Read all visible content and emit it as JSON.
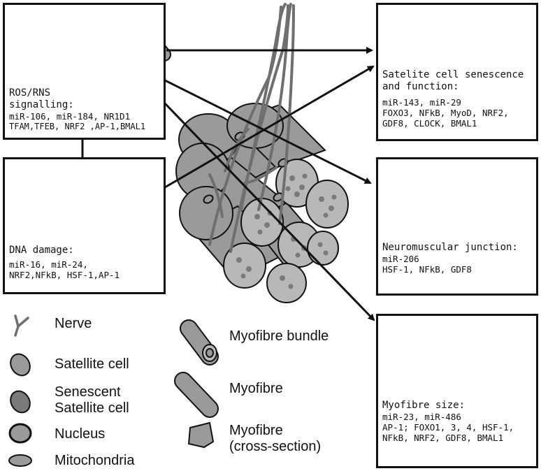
{
  "colors": {
    "fill": "#9a9a9a",
    "fill_light": "#b8b8b8",
    "fill_dark": "#7a7a7a",
    "stroke": "#111111",
    "nerve": "#6f6f6f"
  },
  "boxes": {
    "ros": {
      "heading": "ROS/RNS",
      "lines": [
        "signalling:",
        "miR-106, miR-184, NR1D1",
        "TFAM,TFEB, NRF2 ,AP-1,BMAL1"
      ]
    },
    "dna": {
      "heading": "DNA damage:",
      "lines": [
        "miR-16, miR-24,",
        "NRF2,NFkB, HSF-1,AP-1"
      ]
    },
    "senescence": {
      "heading_lines": [
        "Satelite cell senescence",
        "and function:"
      ],
      "lines": [
        "miR-143, miR-29",
        "FOXO3, NFkB, MyoD, NRF2,",
        "GDF8, CLOCK, BMAL1"
      ]
    },
    "nmj": {
      "heading": "Neuromuscular junction:",
      "lines": [
        "miR-206",
        "HSF-1, NFkB, GDF8"
      ]
    },
    "size": {
      "heading": "Myofibre size:",
      "lines": [
        "miR-23, miR-486",
        "AP-1; FOXO1, 3, 4, HSF-1,",
        "NFkB, NRF2, GDF8, BMAL1"
      ]
    }
  },
  "legend": [
    {
      "icon": "nerve-icon",
      "lines": [
        "Nerve"
      ]
    },
    {
      "icon": "satellite-cell-icon",
      "lines": [
        "Satellite cell"
      ]
    },
    {
      "icon": "senescent-satellite-cell-icon",
      "lines": [
        "Senescent",
        "Satellite cell"
      ]
    },
    {
      "icon": "nucleus-icon",
      "lines": [
        "Nucleus"
      ]
    },
    {
      "icon": "mitochondria-icon",
      "lines": [
        "Mitochondria"
      ]
    },
    {
      "icon": "myofibre-bundle-icon",
      "lines": [
        "Myofibre bundle"
      ]
    },
    {
      "icon": "myofibre-icon",
      "lines": [
        "Myofibre"
      ]
    },
    {
      "icon": "myofibre-cross-section-icon",
      "lines": [
        "Myofibre",
        "(cross-section)"
      ]
    }
  ]
}
